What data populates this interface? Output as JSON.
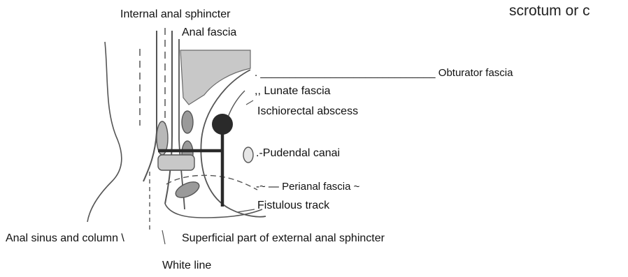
{
  "header": {
    "fragment": "scrotum or c"
  },
  "labels": {
    "internal_anal_sphincter": "Internal anal sphincter",
    "anal_fascia": "Anal fascia",
    "obturator_fascia": ". ______________________________ Obturator fascia",
    "lunate_fascia": ",, Lunate fascia",
    "ischiorectal_abscess": "Ischiorectal abscess",
    "pudendal_canal": ".-Pudendal canai",
    "perianal_fascia": "-~ — Perianal fascia ~",
    "fistulous_track": "Fistulous track",
    "anal_sinus_and_column": "Anal sinus and column \\",
    "superficial_external_sphincter": "Superficial part of external anal sphincter",
    "white_line": "White line"
  },
  "colors": {
    "line": "#3a3a3a",
    "shade": "#c8c8c8",
    "shade_dark": "#9a9a9a",
    "track": "#2a2a2a"
  }
}
